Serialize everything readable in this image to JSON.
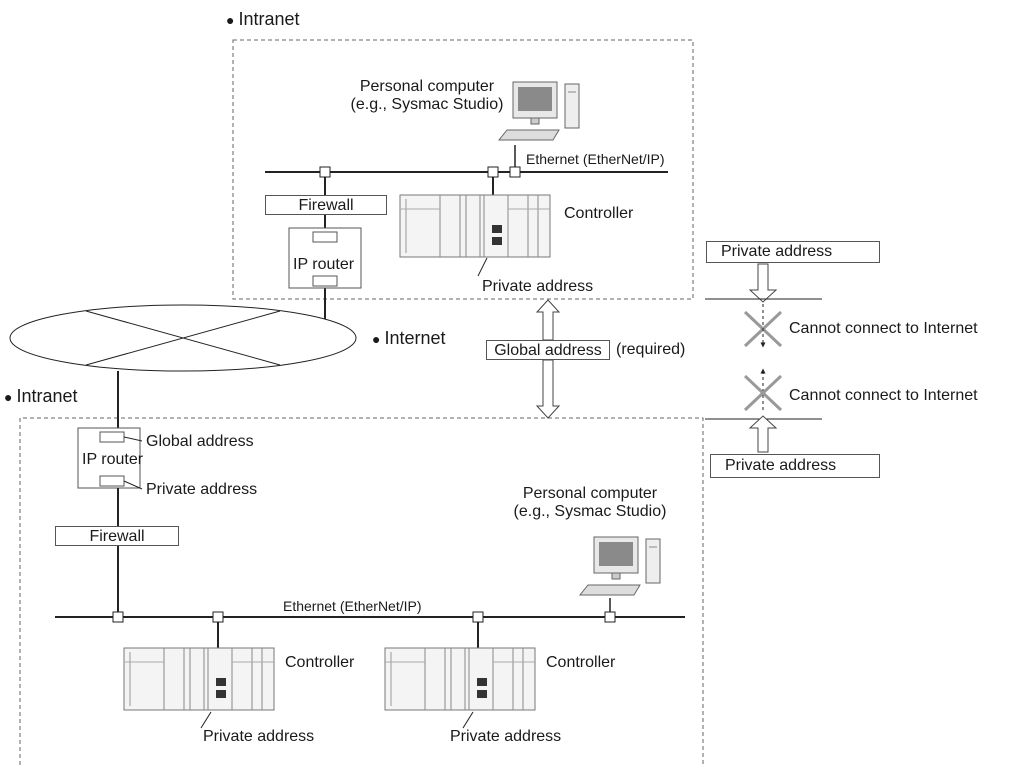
{
  "intranet_top_label": "Intranet",
  "intranet_bottom_label": "Intranet",
  "internet_label": "Internet",
  "bullet": "●",
  "top": {
    "pc_line1": "Personal computer",
    "pc_line2": "(e.g., Sysmac Studio)",
    "ethernet": "Ethernet (EtherNet/IP)",
    "firewall": "Firewall",
    "controller": "Controller",
    "ip_router": "IP router",
    "private_address": "Private address"
  },
  "global_address": "Global address",
  "required": "(required)",
  "bottom": {
    "router_global": "Global address",
    "router_private": "Private address",
    "ip_router": "IP router",
    "firewall": "Firewall",
    "pc_line1": "Personal computer",
    "pc_line2": "(e.g., Sysmac Studio)",
    "ethernet": "Ethernet (EtherNet/IP)",
    "controller_left": "Controller",
    "controller_right": "Controller",
    "private_left": "Private address",
    "private_right": "Private address"
  },
  "right": {
    "private_top": "Private address",
    "cannot_top": "Cannot connect to Internet",
    "cannot_bottom": "Cannot connect to Internet",
    "private_bottom": "Private address"
  }
}
